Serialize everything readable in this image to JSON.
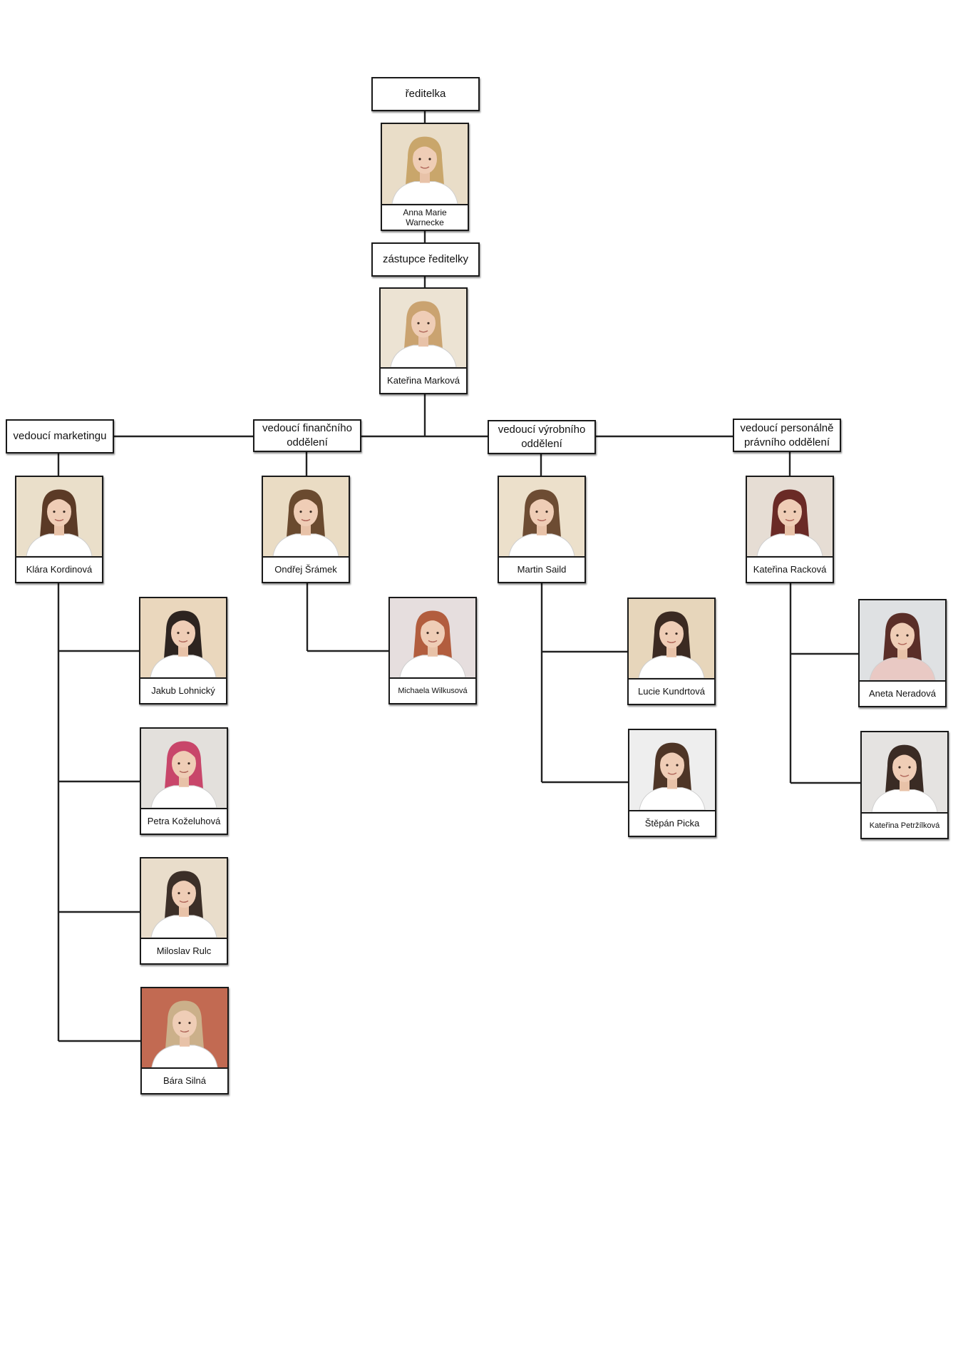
{
  "roles": {
    "director": "ředitelka",
    "deputy": "zástupce ředitelky",
    "marketing": "vedoucí marketingu",
    "finance": "vedoucí finančního oddělení",
    "production": "vedoucí výrobního oddělení",
    "hr_legal": "vedoucí personálně právního oddělení"
  },
  "people": {
    "director": {
      "name": "Anna Marie Warnecke",
      "hair": "#c9a66b",
      "bg": "#e9ddc8",
      "shirt": "#ffffff"
    },
    "deputy": {
      "name": "Kateřina Marková",
      "hair": "#caa370",
      "bg": "#ece3d3",
      "shirt": "#ffffff"
    },
    "marketing_head": {
      "name": "Klára Kordinová",
      "hair": "#5b3a26",
      "bg": "#eadfca",
      "shirt": "#ffffff"
    },
    "finance_head": {
      "name": "Ondřej Šrámek",
      "hair": "#6a4a2f",
      "bg": "#eadcc4",
      "shirt": "#ffffff"
    },
    "production_head": {
      "name": "Martin Saild",
      "hair": "#6d4c33",
      "bg": "#ece0cb",
      "shirt": "#ffffff"
    },
    "hr_head": {
      "name": "Kateřina Racková",
      "hair": "#6a2a26",
      "bg": "#e6ddd4",
      "shirt": "#ffffff"
    },
    "marketing_1": {
      "name": "Jakub Lohnický",
      "hair": "#2d2420",
      "bg": "#ead7bd",
      "shirt": "#ffffff"
    },
    "marketing_2": {
      "name": "Petra Koželuhová",
      "hair": "#c8466a",
      "bg": "#e3e0dc",
      "shirt": "#ffffff"
    },
    "marketing_3": {
      "name": "Miloslav Rulc",
      "hair": "#3c2f28",
      "bg": "#e9ddcb",
      "shirt": "#ffffff"
    },
    "marketing_4": {
      "name": "Bára Silná",
      "hair": "#cbb08a",
      "bg": "#c26a52",
      "shirt": "#ffffff"
    },
    "finance_1": {
      "name": "Michaela Wilkusová",
      "hair": "#b25d3e",
      "bg": "#e6dede",
      "shirt": "#ffffff"
    },
    "production_1": {
      "name": "Lucie Kundrtová",
      "hair": "#3b2a22",
      "bg": "#e7d6bb",
      "shirt": "#ffffff"
    },
    "production_2": {
      "name": "Štěpán Picka",
      "hair": "#4e3526",
      "bg": "#eeeeee",
      "shirt": "#ffffff"
    },
    "hr_1": {
      "name": "Aneta Neradová",
      "hair": "#5a2e28",
      "bg": "#dfe1e3",
      "shirt": "#e9c9c4"
    },
    "hr_2": {
      "name": "Kateřina Petržílková",
      "hair": "#3a2b24",
      "bg": "#e5e3e1",
      "shirt": "#ffffff"
    }
  }
}
